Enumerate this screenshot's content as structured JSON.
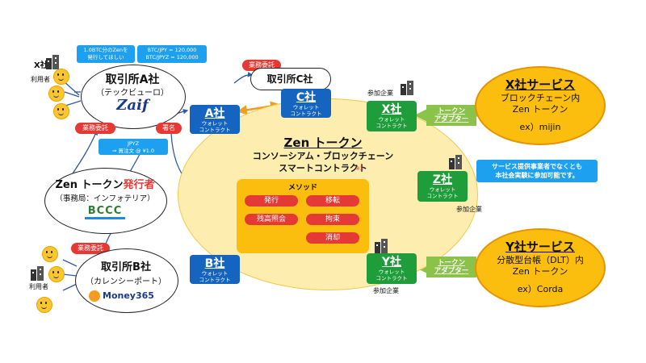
{
  "x_user": {
    "company": "X社",
    "role": "利用者"
  },
  "exchange_a": {
    "title": "取引所A社",
    "subtitle": "（テックビューロ）",
    "logo": "Zaif"
  },
  "bubble_left": {
    "line1": "1.0BTC分のZenを",
    "line2": "発行してほしい"
  },
  "bubble_right": {
    "line1": "BTC/JPY = 120,000",
    "line2": "BTC/JPYZ = 120,000"
  },
  "exchange_c": {
    "title": "取引所C社",
    "tag": "業務委託"
  },
  "wallets": {
    "a": {
      "name": "A社",
      "sub1": "ウォレット",
      "sub2": "コントラクト"
    },
    "b": {
      "name": "B社",
      "sub1": "ウォレット",
      "sub2": "コントラクト"
    },
    "c": {
      "name": "C社",
      "sub1": "ウォレット",
      "sub2": "コントラクト"
    },
    "x": {
      "name": "X社",
      "sub1": "ウォレット",
      "sub2": "コントラクト"
    },
    "y": {
      "name": "Y社",
      "sub1": "ウォレット",
      "sub2": "コントラクト"
    },
    "z": {
      "name": "Z社",
      "sub1": "ウォレット",
      "sub2": "コントラクト"
    }
  },
  "labels": {
    "outsource": "業務委託",
    "signature": "署名",
    "participant": "参加企業"
  },
  "jpyz_note": {
    "line1": "JPYZ",
    "line2": "⇒ 買注文 @ ¥1.0"
  },
  "issuer": {
    "title_pre": "Zen トークン",
    "title_highlight": "発行者",
    "subtitle": "（事務局：インフォテリア）",
    "logo": "BCCC"
  },
  "exchange_b": {
    "title": "取引所B社",
    "subtitle": "（カレンシーポート）",
    "logo": "Money365",
    "tag": "業務委託",
    "user_role": "利用者"
  },
  "center": {
    "title": "Zen トークン",
    "line1": "コンソーシアム・ブロックチェーン",
    "line2": "スマートコントラクト",
    "note": "※2"
  },
  "methods": {
    "title": "メソッド",
    "items": [
      "発行",
      "移転",
      "残高照会",
      "拘束",
      "消却"
    ]
  },
  "adapter": {
    "line1": "トークン",
    "line2": "アダプター"
  },
  "service_x": {
    "title": "X社サービス",
    "line1": "ブロックチェーン内",
    "line2": "Zen トークン",
    "example": "ex）mijin"
  },
  "service_y": {
    "title": "Y社サービス",
    "line1": "分散型台帳（DLT）内",
    "line2": "Zen トークン",
    "example": "ex）Corda"
  },
  "z_note": {
    "line1": "サービス提供事業者でなくとも",
    "line2": "本社会実験に参加可能です。"
  },
  "colors": {
    "wallet_blue": "#1565c0",
    "wallet_green": "#1f9d3a",
    "arrow_orange": "#f39c1f",
    "token_yellow": "#fbbd0e",
    "accent_red": "#e53935",
    "bubble_blue": "#1ea0f0"
  }
}
